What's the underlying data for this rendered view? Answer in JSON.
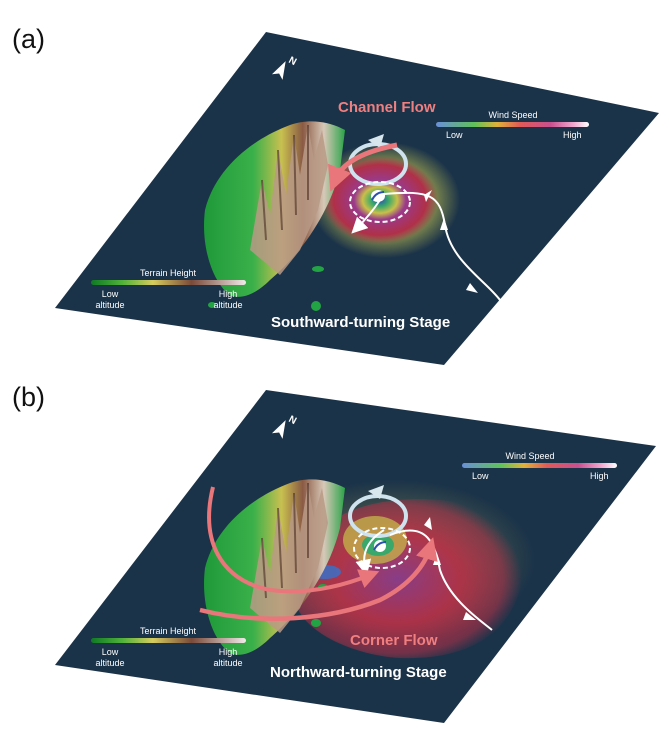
{
  "figure": {
    "panels": [
      {
        "id": "a",
        "label": "(a)",
        "stage_title": "Southward-turning Stage",
        "flow_label": "Channel Flow",
        "compass_letter": "N",
        "wind_legend": {
          "title": "Wind Speed",
          "low": "Low",
          "high": "High"
        },
        "terrain_legend": {
          "title": "Terrain Height",
          "low_line1": "Low",
          "low_line2": "altitude",
          "high_line1": "High",
          "high_line2": "altitude"
        }
      },
      {
        "id": "b",
        "label": "(b)",
        "stage_title": "Northward-turning Stage",
        "flow_label": "Corner Flow",
        "compass_letter": "N",
        "wind_legend": {
          "title": "Wind Speed",
          "low": "Low",
          "high": "High"
        },
        "terrain_legend": {
          "title": "Terrain Height",
          "low_line1": "Low",
          "low_line2": "altitude",
          "high_line1": "High",
          "high_line2": "altitude"
        }
      }
    ],
    "colors": {
      "panel_bg": "#1b3349",
      "flow_arrow": "#e9767a",
      "flow_text": "#f07f80",
      "track": "#ffffff",
      "vortex_ring": "#cfe3ee",
      "wind_scale": [
        "#6a8fd8",
        "#5fc25a",
        "#e0b23a",
        "#e05a58",
        "#c8508f",
        "#f2a8cf",
        "#ffffff"
      ],
      "terrain_scale": [
        "#128a2a",
        "#5ab53a",
        "#d8d060",
        "#7a4a3a",
        "#e8e0e0"
      ]
    }
  }
}
